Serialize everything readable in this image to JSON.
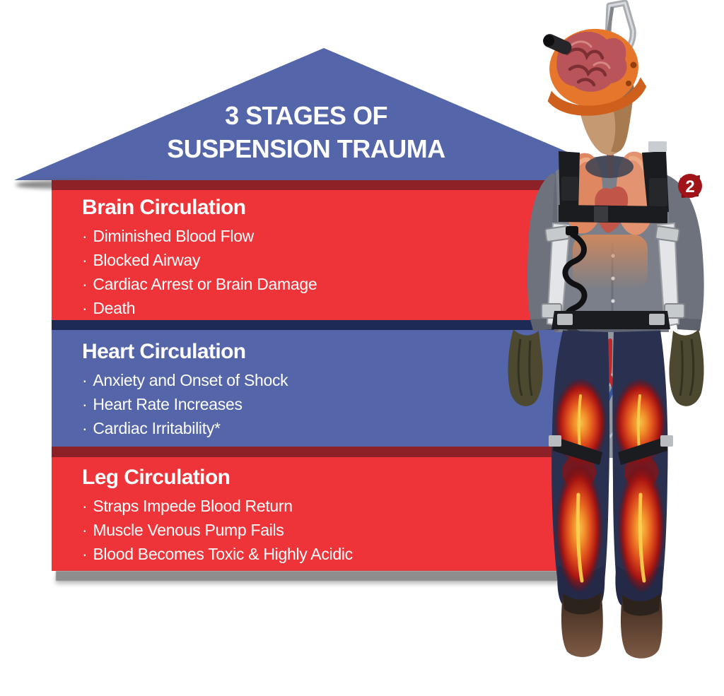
{
  "title": {
    "line1": "3 STAGES OF",
    "line2": "SUSPENSION TRAUMA"
  },
  "bullet_char": "·",
  "sections": [
    {
      "id": "brain",
      "heading": "Brain Circulation",
      "bullets": [
        "Diminished Blood Flow",
        "Blocked Airway",
        "Cardiac Arrest or Brain Damage",
        "Death"
      ]
    },
    {
      "id": "heart",
      "heading": "Heart Circulation",
      "bullets": [
        "Anxiety and Onset of Shock",
        "Heart Rate Increases",
        "Cardiac Irritability*"
      ]
    },
    {
      "id": "leg",
      "heading": "Leg Circulation",
      "bullets": [
        "Straps Impede Blood Return",
        "Muscle Venous Pump Fails",
        "Blood Becomes Toxic & Highly Acidic"
      ]
    }
  ],
  "figure": {
    "stage_badge": "2"
  },
  "colors": {
    "red": "#ee3439",
    "maroon": "#8e2028",
    "blue": "#5565a9",
    "navy-shadow": "#1d2a55",
    "shadow-gray": "#8e8e8e",
    "title-text": "#ffffff",
    "badge-red": "#a01318"
  }
}
